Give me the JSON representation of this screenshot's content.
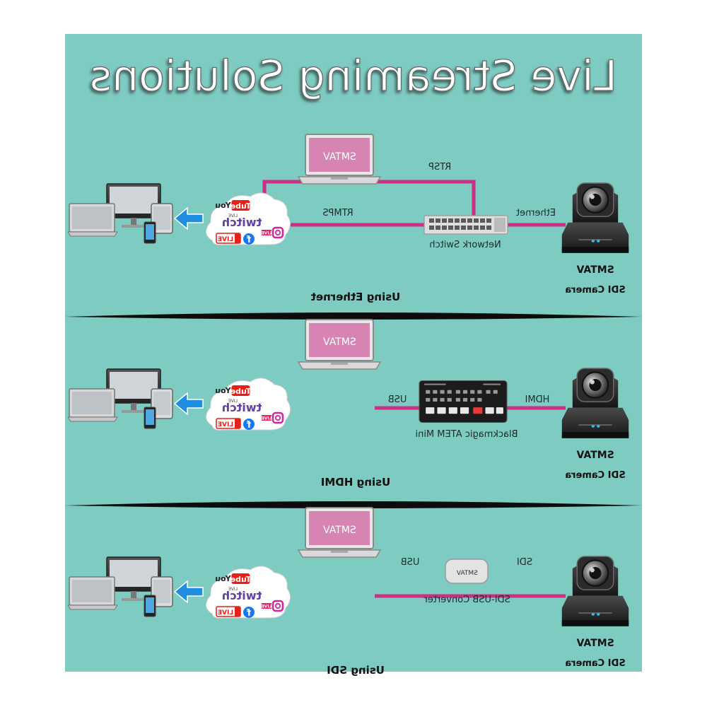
{
  "title": "Live Streaming Solutions",
  "brand": "SMTAV",
  "platforms": {
    "youtube_top": "You",
    "youtube_tube": "Tube",
    "youtube_sub": "LIVE",
    "twitch": "twitch",
    "fb": "f",
    "live": "LIVE",
    "insta_tag": "LIVE"
  },
  "sections": [
    {
      "caption": "Using Ethernet",
      "links": {
        "rtsp": "RTSP",
        "rtmps": "RTMPS",
        "camera_link": "Ethernet"
      },
      "device_label": "Network Switch",
      "camera_name": "SMTAV",
      "camera_type": "SDI Camera"
    },
    {
      "caption": "Using HDMI",
      "links": {
        "laptop_link": "USB",
        "camera_link": "HDMI"
      },
      "device_label": "Blackmagic ATEM Mini",
      "camera_name": "SMTAV",
      "camera_type": "SDI Camera"
    },
    {
      "caption": "Using SDI",
      "links": {
        "laptop_link": "USB",
        "camera_link": "SDI"
      },
      "device_label": "SDI-USB Converter",
      "camera_name": "SMTAV",
      "camera_type": "SDI Camera"
    }
  ],
  "colors": {
    "background": "#7ecbc2",
    "line": "#cc2f86",
    "screen": "#d784b2",
    "arrow": "#1e8fe0",
    "divider": "#0c0c0c"
  }
}
